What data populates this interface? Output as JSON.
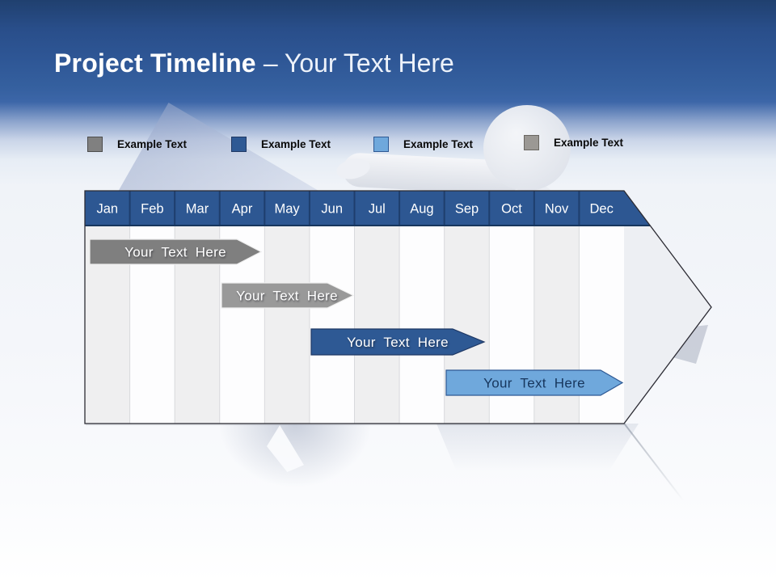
{
  "header": {
    "title": "Project Timeline",
    "subtitle": "– Your Text Here"
  },
  "legend": {
    "items": [
      {
        "label": "Example Text",
        "color": "#808080"
      },
      {
        "label": "Example Text",
        "color": "#2e5994"
      },
      {
        "label": "Example Text",
        "color": "#6fa8dc"
      },
      {
        "label": "Example Text",
        "color": "#9b9894"
      }
    ]
  },
  "chart_data": {
    "type": "bar",
    "subtype": "gantt-timeline-arrow",
    "title": "Project Timeline – Your Text Here",
    "categories": [
      "Jan",
      "Feb",
      "Mar",
      "Apr",
      "May",
      "Jun",
      "Jul",
      "Aug",
      "Sep",
      "Oct",
      "Nov",
      "Dec"
    ],
    "bars": [
      {
        "label": "Your Text Here",
        "row": 1,
        "start": "Jan",
        "end": "Apr",
        "color": "#7f7f7f",
        "text_color": "#ffffff"
      },
      {
        "label": "Your Text Here",
        "row": 2,
        "start": "Apr",
        "end": "Jun",
        "color": "#999999",
        "text_color": "#ffffff"
      },
      {
        "label": "Your Text Here",
        "row": 3,
        "start": "Jun",
        "end": "Sep",
        "color": "#2e5994",
        "text_color": "#ffffff"
      },
      {
        "label": "Your Text Here",
        "row": 4,
        "start": "Sep",
        "end": "Dec",
        "color": "#6fa8dc",
        "text_color": "#17365d"
      }
    ],
    "layout": {
      "header_fill": "#2d5792",
      "header_separator": "#1e3e6d",
      "header_bottom_border": "#17365d",
      "column_fill_odd": "#efeff0",
      "column_fill_even": "#fdfdfe",
      "arrow_tip_fill": "#edeff3",
      "arrow_outline": "#2b2b33",
      "grid": "vertical month columns, alternating stripes",
      "legend_position": "top"
    }
  }
}
